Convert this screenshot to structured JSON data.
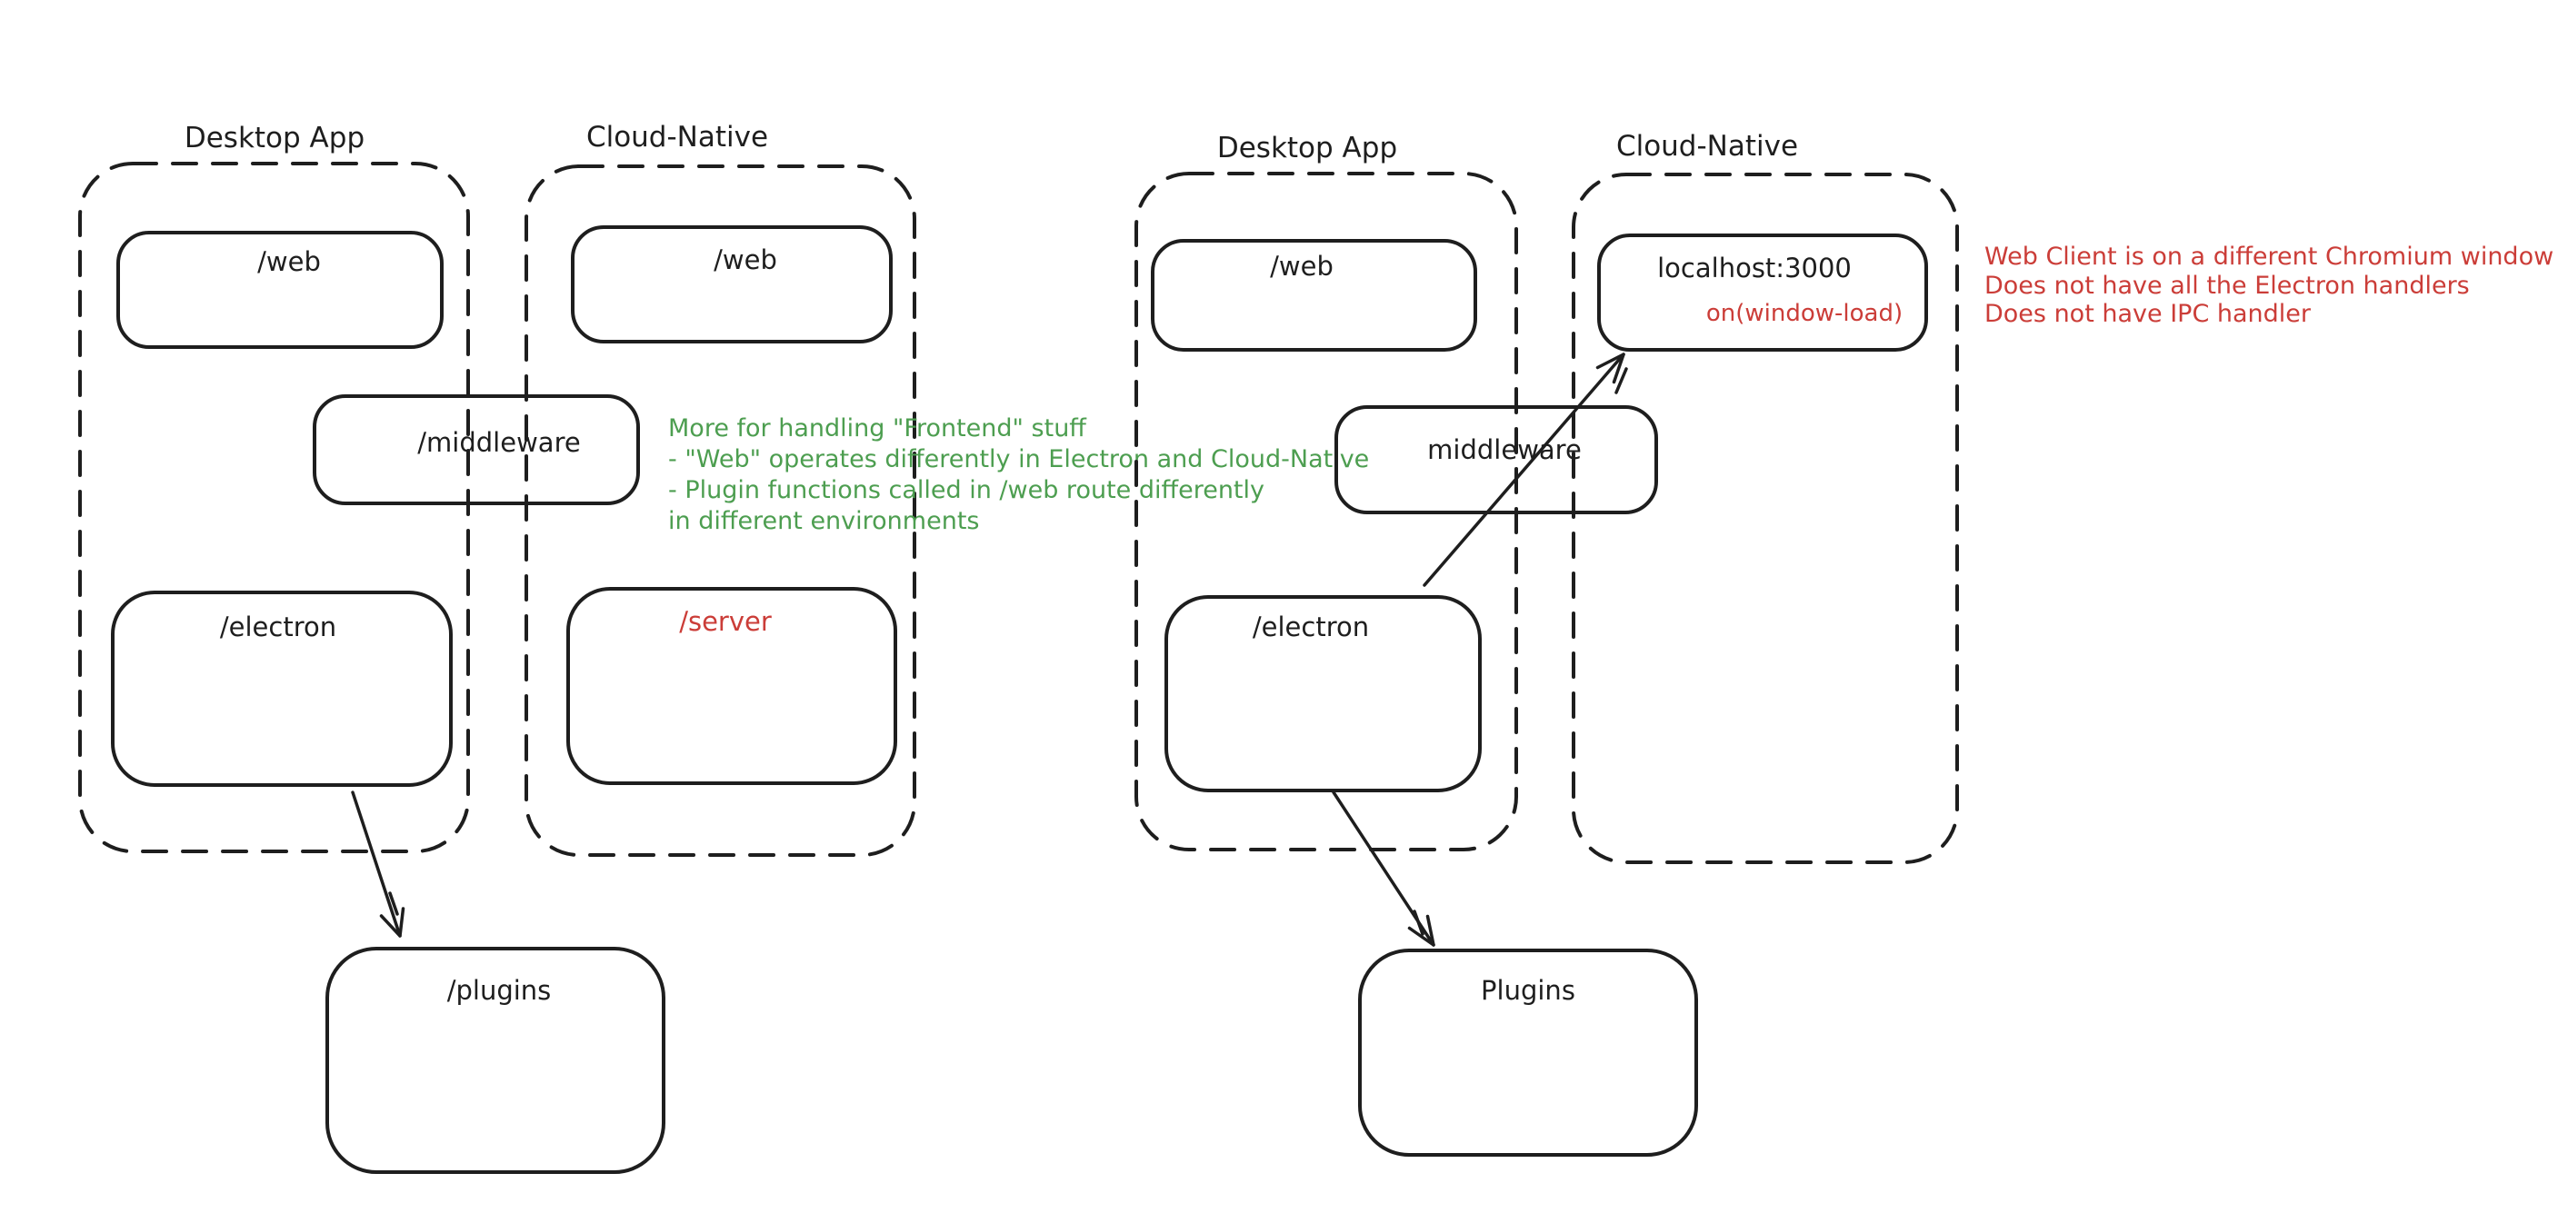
{
  "canvas": {
    "background": "#ffffff",
    "stroke_color": "#1e1e1e",
    "green_color": "#4d9e50",
    "red_color": "#cb3d38"
  },
  "left_diagram": {
    "desktop": {
      "title": "Desktop App",
      "web_label": "/web",
      "electron_label": "/electron"
    },
    "cloud": {
      "title": "Cloud-Native",
      "web_label": "/web",
      "server_label": "/server"
    },
    "middleware_label": "/middleware",
    "plugins_label": "/plugins",
    "green_note": {
      "lines": [
        "More for handling \"Frontend\" stuff",
        "- \"Web\" operates differently in Electron and Cloud-Native",
        "- Plugin functions called in /web route differently",
        "in different environments"
      ]
    }
  },
  "right_diagram": {
    "desktop": {
      "title": "Desktop App",
      "web_label": "/web",
      "electron_label": "/electron"
    },
    "cloud": {
      "title": "Cloud-Native",
      "localhost_label": "localhost:3000",
      "onload_label": "on(window-load)"
    },
    "middleware_label": "middleware",
    "plugins_label": "Plugins",
    "red_note": {
      "lines": [
        "Web Client is on a different Chromium window",
        "Does not have all the Electron handlers",
        "Does not have IPC handler"
      ]
    }
  }
}
